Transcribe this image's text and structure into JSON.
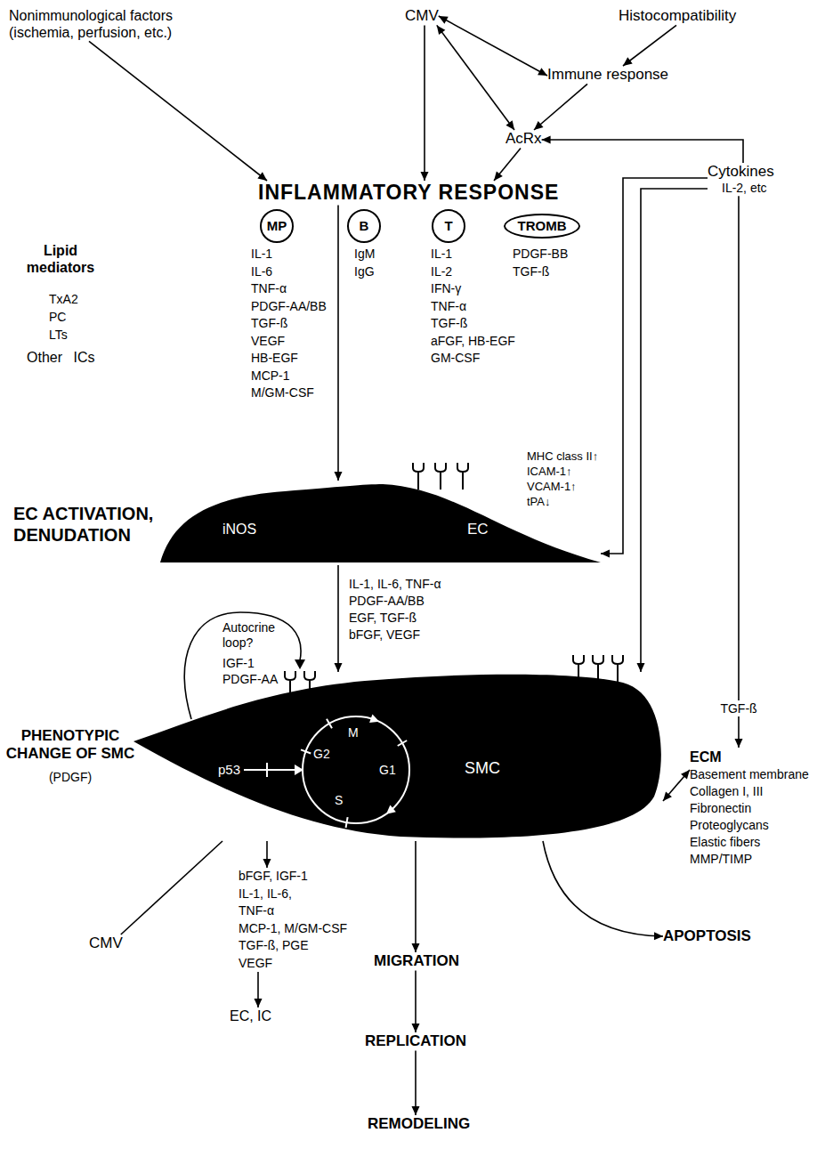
{
  "diagram": {
    "nodes": [
      {
        "text": [
          "Nonimmunological factors (ischemia, perfusion, etc.)"
        ]
      },
      {
        "text": [
          "CMV"
        ]
      },
      {
        "text": [
          "Histocompatibility"
        ]
      },
      {
        "text": [
          "Immune response"
        ]
      },
      {
        "text": [
          "AcRx"
        ]
      },
      {
        "text": [
          "Cytokines",
          "IL-2, etc"
        ]
      },
      {
        "text": [
          "INFLAMMATORY RESPONSE"
        ]
      },
      {
        "text": [
          "MP"
        ]
      },
      {
        "text": [
          "B"
        ]
      },
      {
        "text": [
          "T"
        ]
      },
      {
        "text": [
          "TROMB"
        ]
      },
      {
        "text": [
          "EC ACTIVATION, DENUDATION",
          "iNOS",
          "EC"
        ]
      },
      {
        "text": [
          "ECM",
          "Basement membrane",
          "Collagen I, III",
          "Fibronectin",
          "Proteoglycans",
          "Elastic fibers",
          "MMP/TIMP"
        ]
      },
      {
        "text": [
          "PHENOTYPIC CHANGE OF SMC",
          "(PDGF)",
          "p53",
          "G2",
          "M",
          "S",
          "G1",
          "SMC"
        ]
      },
      {
        "text": [
          "bFGF, IGF-1",
          "IL-1, IL-6,",
          "TNF-α",
          "MCP-1, M/GM-CSF",
          "TGF-ß, PGE",
          "VEGF"
        ]
      },
      {
        "text": [
          "CMV"
        ]
      },
      {
        "text": [
          "EC, IC"
        ]
      },
      {
        "text": [
          "MIGRATION"
        ]
      },
      {
        "text": [
          "REPLICATION"
        ]
      },
      {
        "text": [
          "REMODELING"
        ]
      },
      {
        "text": [
          "APOPTOSIS"
        ]
      }
    ],
    "edges": [
      {
        "from": 0,
        "to": 6,
        "arrow": "to"
      },
      {
        "from": 1,
        "to": 6,
        "arrow": "to"
      },
      {
        "from": 1,
        "to": 3,
        "arrow": "both"
      },
      {
        "from": 1,
        "to": 4,
        "arrow": "both"
      },
      {
        "from": 2,
        "to": 3,
        "arrow": "to"
      },
      {
        "from": 3,
        "to": 4,
        "arrow": "to"
      },
      {
        "from": 4,
        "to": 6,
        "arrow": "to"
      },
      {
        "from": 5,
        "to": 4,
        "arrow": "to"
      },
      {
        "from": 6,
        "to": 11,
        "arrow": "to"
      },
      {
        "from": 5,
        "to": 11,
        "arrow": "to"
      },
      {
        "from": 5,
        "to": 12,
        "label": "TGF-ß",
        "arrow": "to"
      },
      {
        "from": 5,
        "to": 13,
        "arrow": "to"
      },
      {
        "from": 11,
        "to": 13,
        "arrow": "to"
      },
      {
        "from": 13,
        "to": 12,
        "arrow": "both"
      },
      {
        "from": 13,
        "to": 17,
        "arrow": "to"
      },
      {
        "from": 17,
        "to": 18,
        "arrow": "to"
      },
      {
        "from": 18,
        "to": 19,
        "arrow": "to"
      },
      {
        "from": 13,
        "to": 20,
        "arrow": "to"
      },
      {
        "from": 15,
        "to": 13,
        "arrow": "none"
      },
      {
        "from": 13,
        "to": 14,
        "arrow": "to"
      },
      {
        "from": 14,
        "to": 16,
        "arrow": "to"
      }
    ],
    "labels": [
      "IL-1",
      "IL-6",
      "TNF-α",
      "PDGF-AA/BB",
      "TGF-ß",
      "VEGF",
      "HB-EGF",
      "MCP-1",
      "M/GM-CSF",
      "IgM",
      "IgG",
      "IL-1",
      "IL-2",
      "IFN-γ",
      "TNF-α",
      "TGF-ß",
      "aFGF, HB-EGF",
      "GM-CSF",
      "PDGF-BB",
      "TGF-ß",
      "Lipid mediators",
      "TxA2",
      "PC",
      "LTs",
      "Other ICs",
      "MHC class II↑",
      "ICAM-1↑",
      "VCAM-1↑",
      "tPA↓",
      "IL-1, IL-6, TNF-α",
      "PDGF-AA/BB",
      "EGF, TGF-ß",
      "bFGF, VEGF",
      "Autocrine loop?",
      "IGF-1",
      "PDGF-AA"
    ]
  }
}
